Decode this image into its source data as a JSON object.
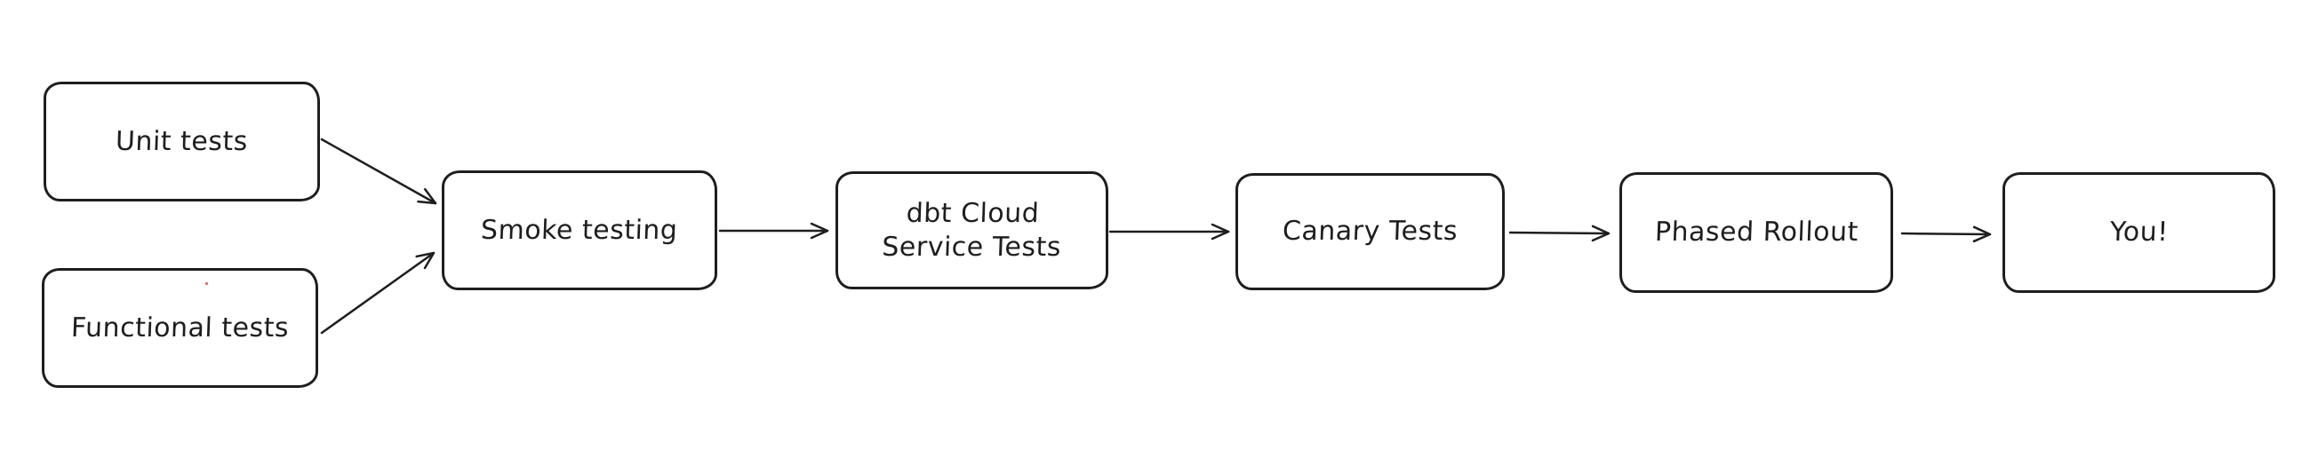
{
  "colors": {
    "background": "#ffffff",
    "stroke": "#1e1e1e",
    "text": "#1e1e1e",
    "stray_artifact": "#d66a6a"
  },
  "nodes": {
    "unit_tests": {
      "label": "Unit tests"
    },
    "functional_tests": {
      "label": "Functional tests"
    },
    "smoke_testing": {
      "label": "Smoke testing"
    },
    "dbt_cloud_service_tests": {
      "label": "dbt Cloud\nService Tests"
    },
    "canary_tests": {
      "label": "Canary Tests"
    },
    "phased_rollout": {
      "label": "Phased Rollout"
    },
    "you": {
      "label": "You!"
    }
  },
  "edges": [
    {
      "from": "unit_tests",
      "to": "smoke_testing"
    },
    {
      "from": "functional_tests",
      "to": "smoke_testing"
    },
    {
      "from": "smoke_testing",
      "to": "dbt_cloud_service_tests"
    },
    {
      "from": "dbt_cloud_service_tests",
      "to": "canary_tests"
    },
    {
      "from": "canary_tests",
      "to": "phased_rollout"
    },
    {
      "from": "phased_rollout",
      "to": "you"
    }
  ]
}
